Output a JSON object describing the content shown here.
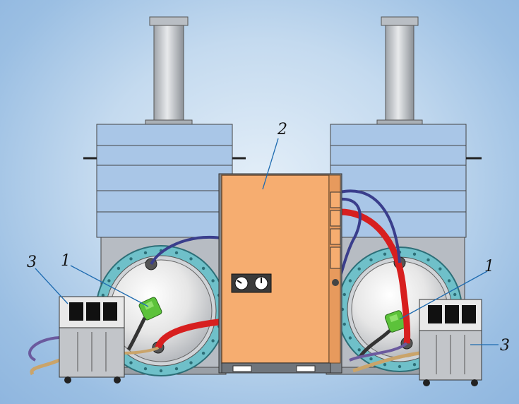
{
  "callouts": {
    "chamber_outlet": "1",
    "control_cabinet": "2",
    "cooling_unit": "3"
  },
  "colors": {
    "background": "#c4daef",
    "chamber_body": "#b7bcc3",
    "chamber_bands": "#a9c6e7",
    "flange_ring": "#6fc0c9",
    "cabinet": "#f6ad70",
    "hose_red": "#d71f1f",
    "hose_blue": "#3a3e8c",
    "outlet_green": "#5cc23a"
  }
}
